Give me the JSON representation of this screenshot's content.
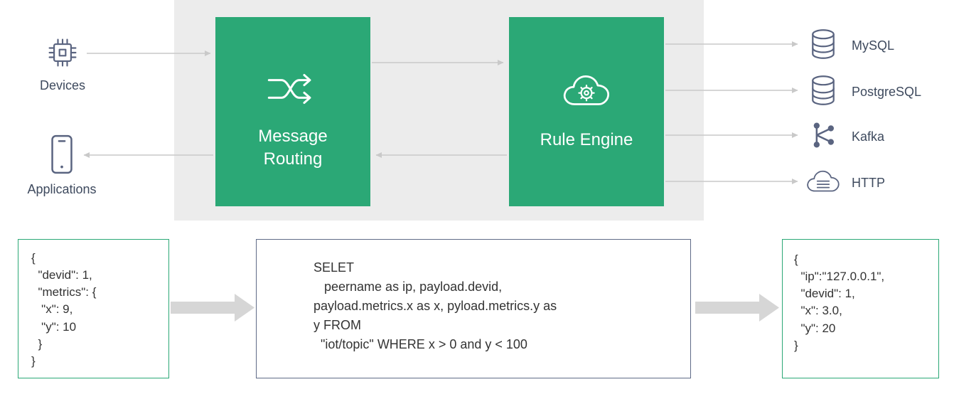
{
  "colors": {
    "green": "#2BA876",
    "icon-slate": "#5A6480",
    "label": "#3E4A5E",
    "band": "#ECECEC",
    "arrow": "#C9C9C9",
    "big-arrow": "#D6D6D6",
    "code-text": "#333333",
    "mid-border": "#5F6B87"
  },
  "diagram": {
    "sources": [
      {
        "label": "Devices",
        "icon": "chip-icon"
      },
      {
        "label": "Applications",
        "icon": "smartphone-icon"
      }
    ],
    "blocks": {
      "message_routing": "Message Routing",
      "rule_engine": "Rule Engine"
    },
    "sinks": [
      {
        "label": "MySQL",
        "icon": "database-icon"
      },
      {
        "label": "PostgreSQL",
        "icon": "database-icon"
      },
      {
        "label": "Kafka",
        "icon": "kafka-graph-icon"
      },
      {
        "label": "HTTP",
        "icon": "http-cloud-icon"
      }
    ]
  },
  "panels": {
    "input_json": "{\n  \"devid\": 1,\n  \"metrics\": {\n   \"x\": 9,\n   \"y\": 10\n  }\n}",
    "sql": "SELET\n   peername as ip, payload.devid,\npayload.metrics.x as x, pyload.metrics.y as\ny FROM\n  \"iot/topic\" WHERE x > 0 and y < 100",
    "output_json": "{\n  \"ip\":\"127.0.0.1\",\n  \"devid\": 1,\n  \"x\": 3.0,\n  \"y\": 20\n}"
  }
}
